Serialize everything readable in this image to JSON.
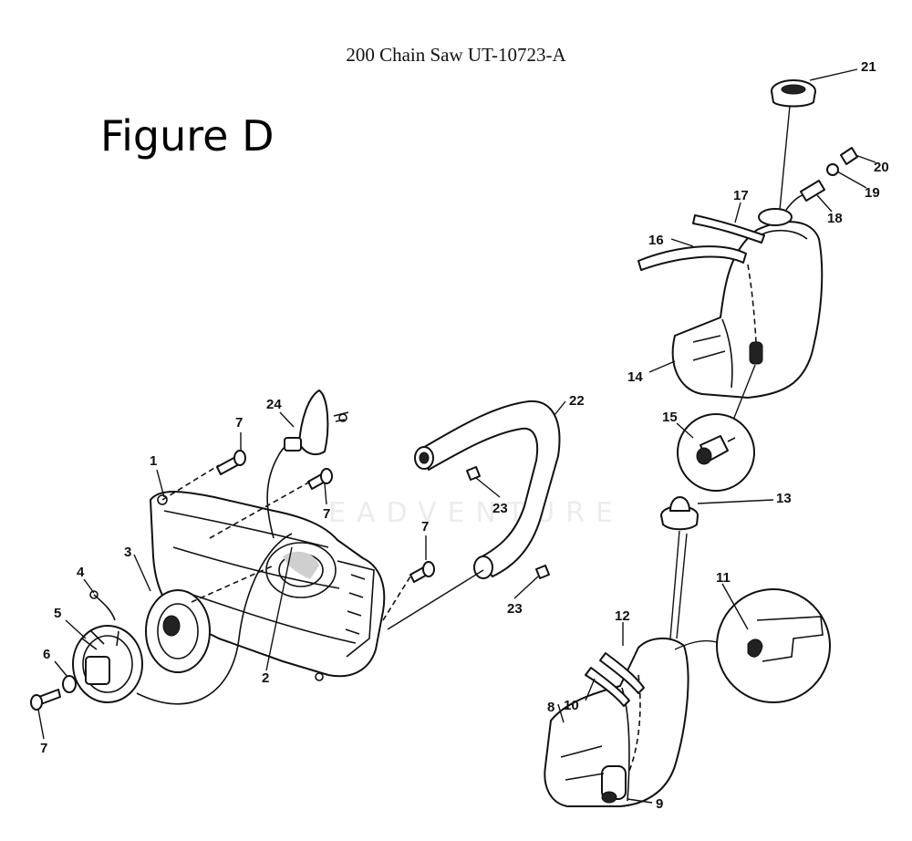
{
  "header": {
    "title": "200 Chain Saw UT-10723-A"
  },
  "figure": {
    "label": "Figure D"
  },
  "watermark": "EADVENTURE",
  "callouts": {
    "c1": "1",
    "c2": "2",
    "c3": "3",
    "c4": "4",
    "c5": "5",
    "c6": "6",
    "c7a": "7",
    "c7b": "7",
    "c7c": "7",
    "c7d": "7",
    "c8": "8",
    "c9": "9",
    "c10": "10",
    "c11": "11",
    "c12": "12",
    "c13": "13",
    "c14": "14",
    "c15": "15",
    "c16": "16",
    "c17": "17",
    "c18": "18",
    "c19": "19",
    "c20": "20",
    "c21": "21",
    "c22": "22",
    "c23a": "23",
    "c23b": "23",
    "c24": "24"
  },
  "colors": {
    "ink": "#111111",
    "paper": "#ffffff",
    "watermark": "#ececec"
  }
}
